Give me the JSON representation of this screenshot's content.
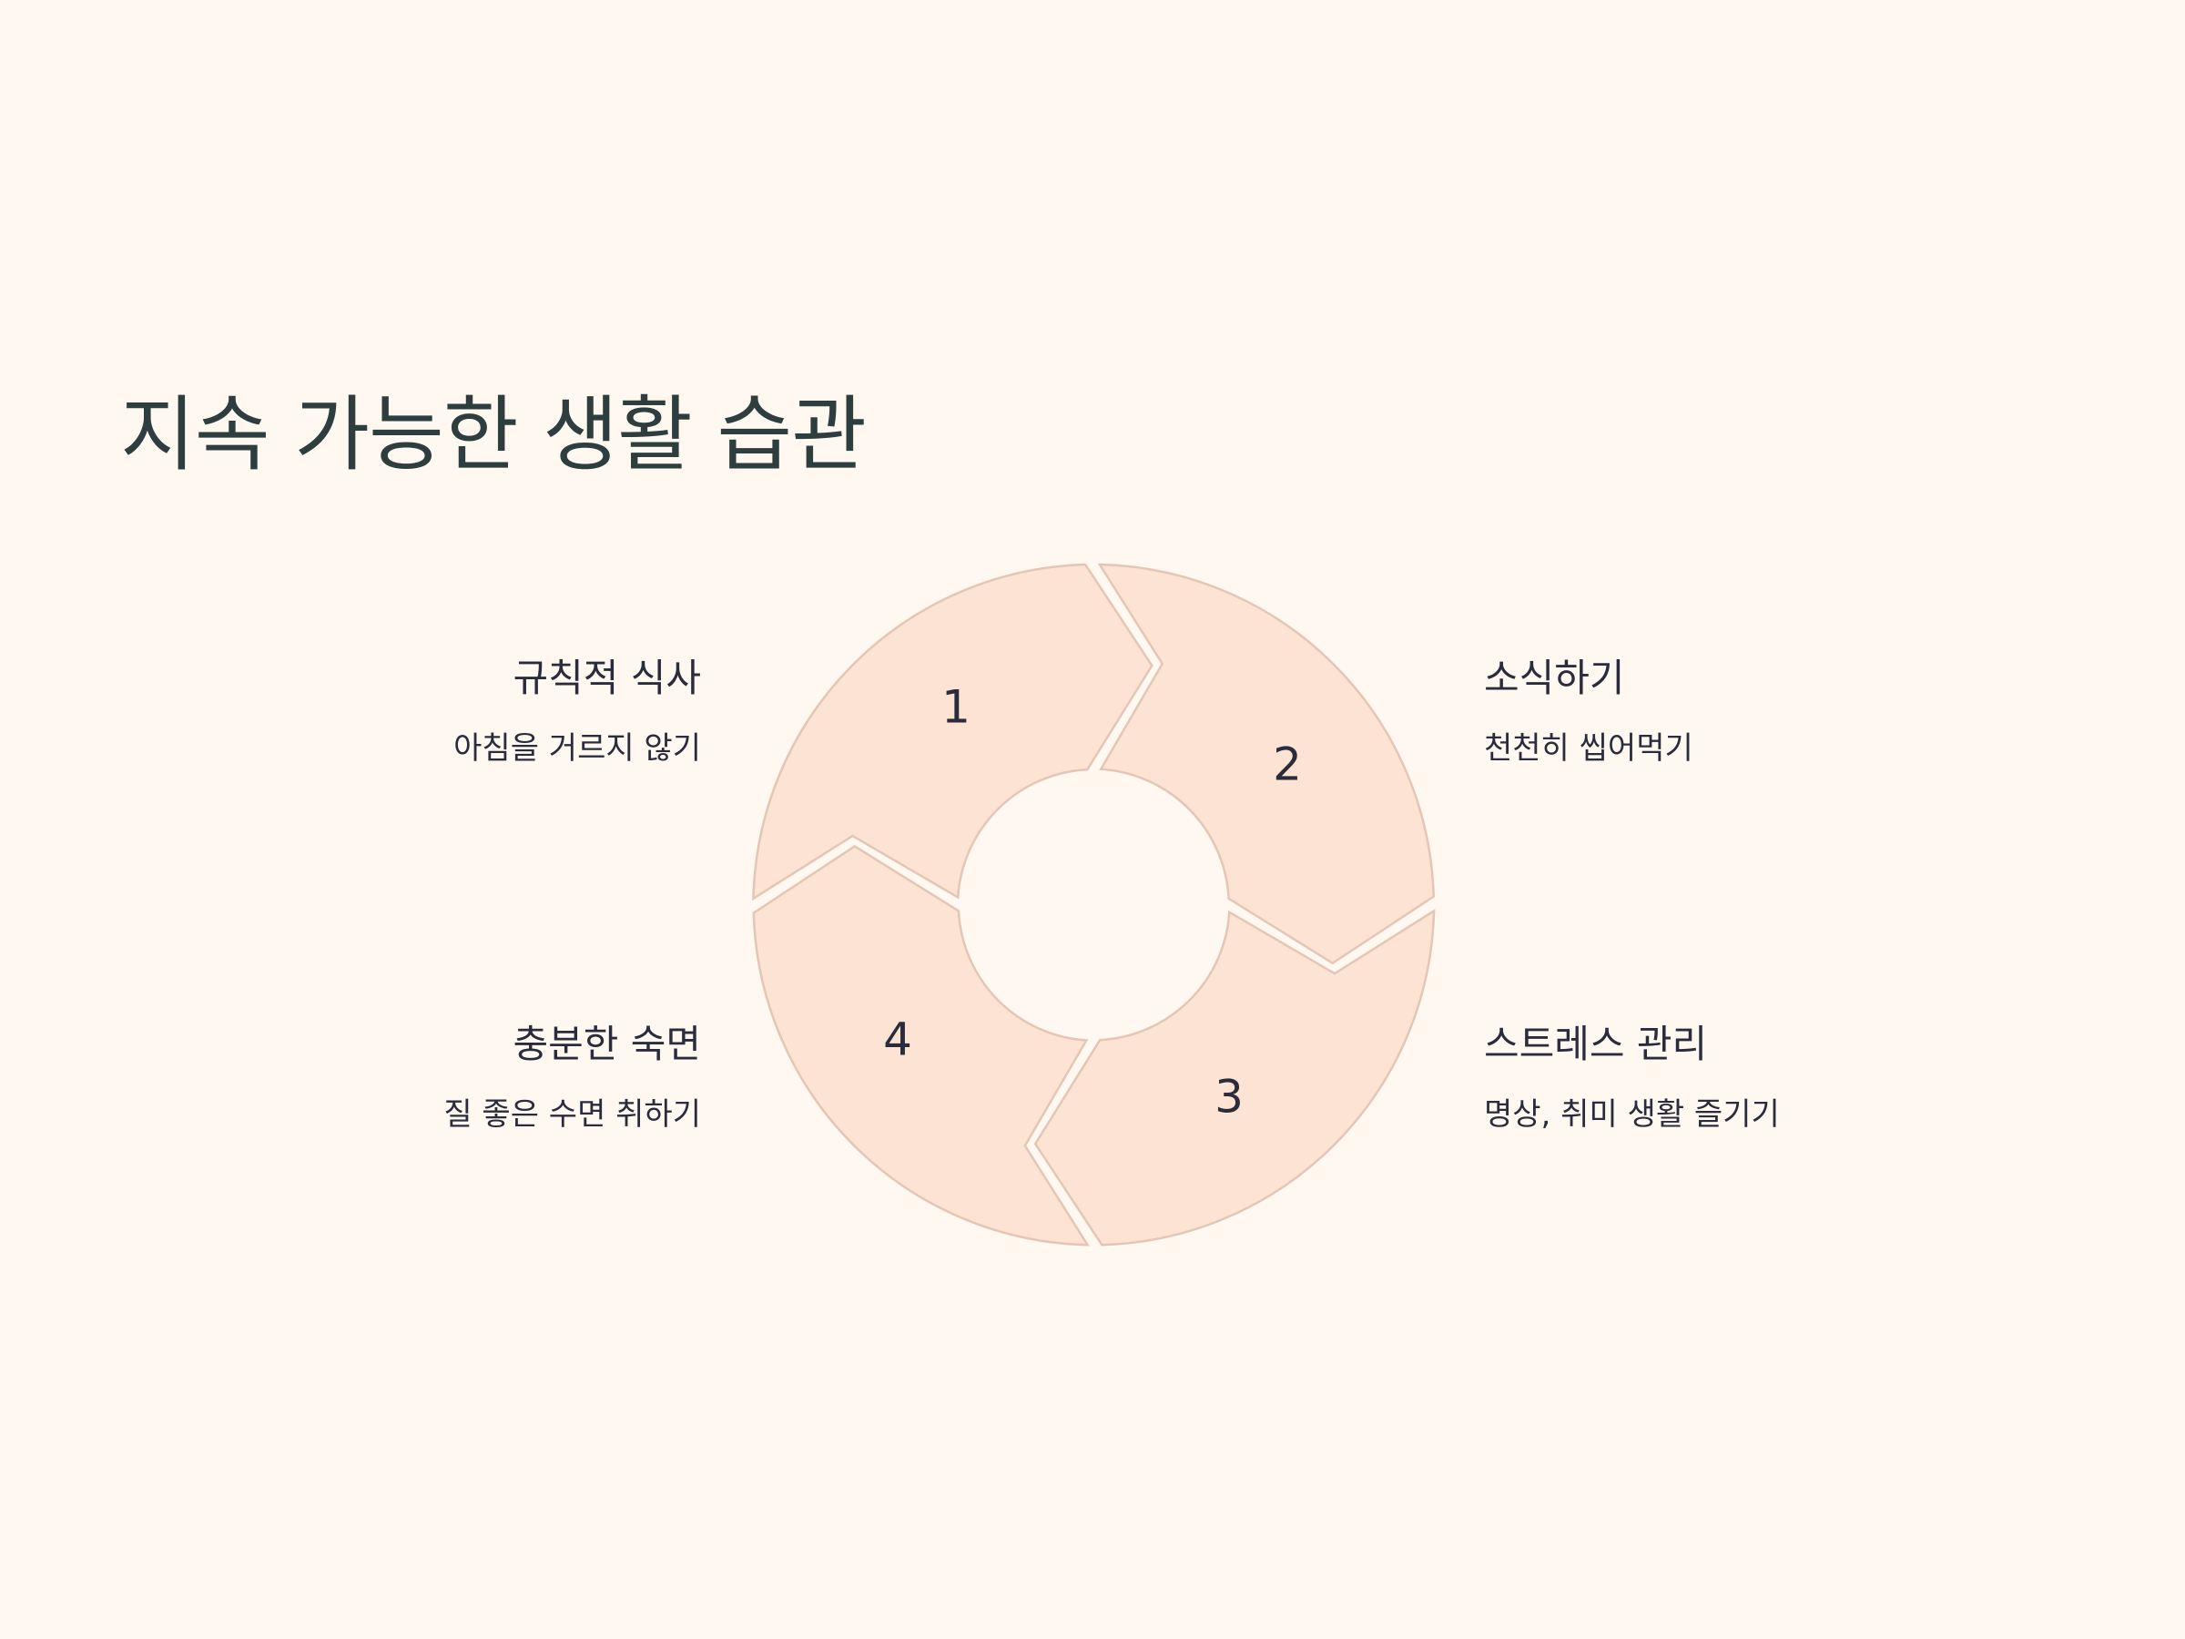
{
  "title": "지속 가능한 생활 습관",
  "steps": [
    {
      "number": "1",
      "title": "규칙적 식사",
      "description": "아침을 거르지 않기"
    },
    {
      "number": "2",
      "title": "소식하기",
      "description": "천천히 씹어먹기"
    },
    {
      "number": "3",
      "title": "스트레스 관리",
      "description": "명상, 취미 생활 즐기기"
    },
    {
      "number": "4",
      "title": "충분한 숙면",
      "description": "질 좋은 수면 취하기"
    }
  ],
  "colors": {
    "background": "#fff8f1",
    "segment_fill": "#fde3d3",
    "segment_stroke": "#e3c6b5",
    "title": "#2e3e3f",
    "text": "#2b2c3b"
  }
}
